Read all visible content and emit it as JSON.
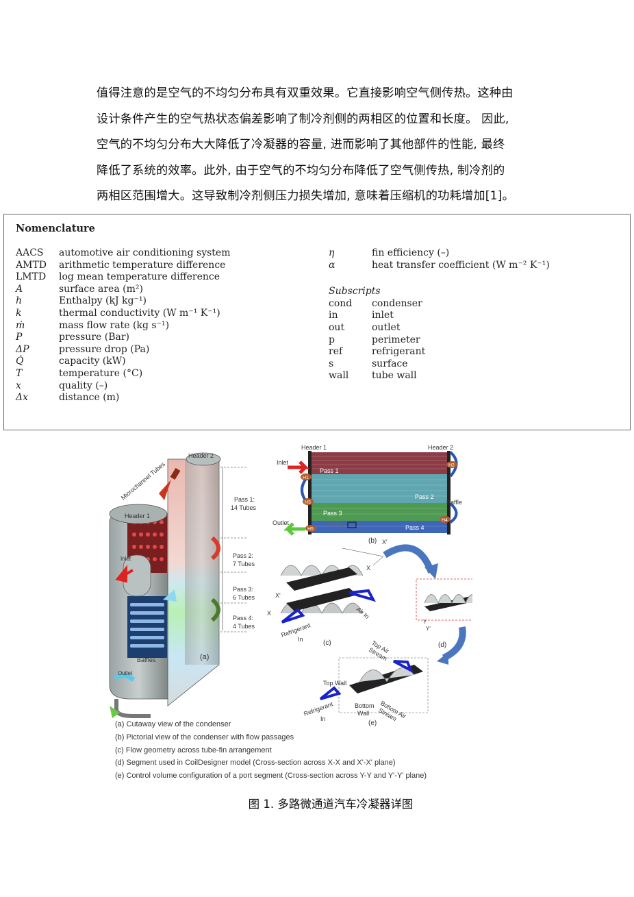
{
  "paragraph": [
    "值得注意的是空气的不均匀分布具有双重效果。它直接影响空气侧传热。这种由",
    "设计条件产生的空气热状态偏差影响了制冷剂侧的两相区的位置和长度。 因此,",
    "空气的不均匀分布大大降低了冷凝器的容量, 进而影响了其他部件的性能, 最终",
    "降低了系统的效率。此外, 由于空气的不均匀分布降低了空气侧传热, 制冷剂的",
    "两相区范围增大。这导致制冷剂侧压力损失增加, 意味着压缩机的功耗增加[1]。"
  ],
  "nomenclature": {
    "title": "Nomenclature",
    "left": [
      {
        "sym": "AACS",
        "desc": "automotive air conditioning system",
        "italic": false
      },
      {
        "sym": "AMTD",
        "desc": "arithmetic temperature difference",
        "italic": false
      },
      {
        "sym": "LMTD",
        "desc": "log mean temperature difference",
        "italic": false
      },
      {
        "sym": "A",
        "desc": "surface area (m²)",
        "italic": true
      },
      {
        "sym": "h",
        "desc": "Enthalpy (kJ kg⁻¹)",
        "italic": true
      },
      {
        "sym": "k",
        "desc": "thermal conductivity (W m⁻¹ K⁻¹)",
        "italic": true
      },
      {
        "sym": "ṁ",
        "desc": "mass flow rate (kg s⁻¹)",
        "italic": true
      },
      {
        "sym": "P",
        "desc": "pressure (Bar)",
        "italic": true
      },
      {
        "sym": "ΔP",
        "desc": "pressure drop (Pa)",
        "italic": true
      },
      {
        "sym": "Q̇",
        "desc": "capacity (kW)",
        "italic": true
      },
      {
        "sym": "T",
        "desc": "temperature (°C)",
        "italic": true
      },
      {
        "sym": "x",
        "desc": "quality (–)",
        "italic": true
      },
      {
        "sym": "Δx",
        "desc": "distance (m)",
        "italic": true
      }
    ],
    "right": [
      {
        "sym": "η",
        "desc": "fin efficiency (–)",
        "italic": true
      },
      {
        "sym": "α",
        "desc": "heat transfer coefficient (W m⁻² K⁻¹)",
        "italic": true
      }
    ],
    "subscripts_title": "Subscripts",
    "subscripts": [
      {
        "sym": "cond",
        "desc": "condenser"
      },
      {
        "sym": "in",
        "desc": "inlet"
      },
      {
        "sym": "out",
        "desc": "outlet"
      },
      {
        "sym": "p",
        "desc": "perimeter"
      },
      {
        "sym": "ref",
        "desc": "refrigerant"
      },
      {
        "sym": "s",
        "desc": "surface"
      },
      {
        "sym": "wall",
        "desc": "tube wall"
      }
    ]
  },
  "figure": {
    "labels": {
      "header1": "Header 1",
      "header2": "Header 2",
      "microchannel": "Microchannel Tubes",
      "inlet": "Inlet",
      "outlet": "Outlet",
      "baffles": "Baffles",
      "baffle": "Baffle",
      "pass1": "Pass 1:",
      "pass1_tubes": "14 Tubes",
      "pass2": "Pass 2:",
      "pass2_tubes": "7 Tubes",
      "pass3": "Pass 3:",
      "pass3_tubes": "6 Tubes",
      "pass4": "Pass 4:",
      "pass4_tubes": "4 Tubes",
      "a": "(a)",
      "b": "(b)",
      "c": "(c)",
      "d": "(d)",
      "e": "(e)",
      "pass1_b": "Pass 1",
      "pass2_b": "Pass 2",
      "pass3_b": "Pass 3",
      "pass4_b": "Pass 4",
      "h1": "H1",
      "h2": "H2",
      "h3": "H3",
      "h4": "H4",
      "h5": "H5",
      "x": "X",
      "xp": "X'",
      "y": "Y",
      "yp": "Y'",
      "air_in": "Air In",
      "refrigerant": "Refrigerant",
      "in": "In",
      "top_air": "Top Air",
      "stream": "Stream",
      "top_wall": "Top Wall",
      "bottom": "Bottom",
      "wall": "Wall",
      "bottom_air": "Bottom Air"
    },
    "captions": [
      "(a) Cutaway view of the condenser",
      "(b) Pictorial view of the condenser with flow passages",
      "(c) Flow geometry across tube-fin arrangement",
      "(d) Segment used in CoilDesigner model (Cross-section across X-X and X'-X' plane)",
      "(e) Control volume configuration of a port segment (Cross-section across Y-Y and Y'-Y' plane)"
    ],
    "title": "图 1. 多路微通道汽车冷凝器详图"
  }
}
